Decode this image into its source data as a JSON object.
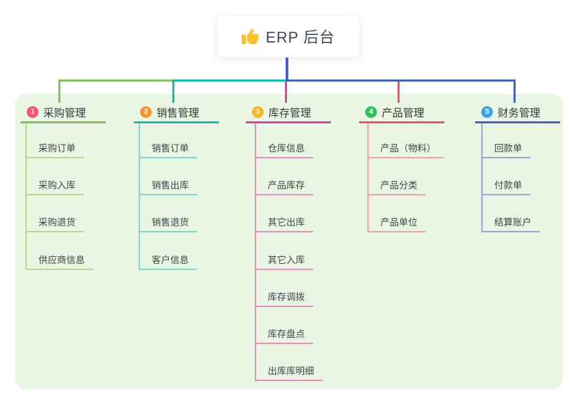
{
  "root": {
    "label": "ERP 后台",
    "icon": "thumbs-up-icon",
    "icon_color": "#fbc02d"
  },
  "colors": {
    "connector_blue": "#4a5fd0",
    "panel_bg": "#e9f6e3"
  },
  "branches": [
    {
      "number": "1",
      "label": "采购管理",
      "badge_color": "#f85470",
      "line_color": "#85c153",
      "light_color": "#b3d98b",
      "children": [
        "采购订单",
        "采购入库",
        "采购退货",
        "供应商信息"
      ]
    },
    {
      "number": "2",
      "label": "销售管理",
      "badge_color": "#fa9231",
      "line_color": "#13bdb0",
      "light_color": "#7ed8cf",
      "children": [
        "销售订单",
        "销售出库",
        "销售退货",
        "客户信息"
      ]
    },
    {
      "number": "3",
      "label": "库存管理",
      "badge_color": "#fbb520",
      "line_color": "#e0409f",
      "light_color": "#ee8ac6",
      "children": [
        "仓库信息",
        "产品库存",
        "其它出库",
        "其它入库",
        "库存调拨",
        "库存盘点",
        "出库库明细"
      ]
    },
    {
      "number": "4",
      "label": "产品管理",
      "badge_color": "#2fc15c",
      "line_color": "#f4535e",
      "light_color": "#f8a0a6",
      "children": [
        "产品（物料）",
        "产品分类",
        "产品单位"
      ]
    },
    {
      "number": "5",
      "label": "财务管理",
      "badge_color": "#35a4ee",
      "line_color": "#4460cf",
      "light_color": "#93a7dd",
      "children": [
        "回款单",
        "付款单",
        "结算账户"
      ]
    }
  ]
}
